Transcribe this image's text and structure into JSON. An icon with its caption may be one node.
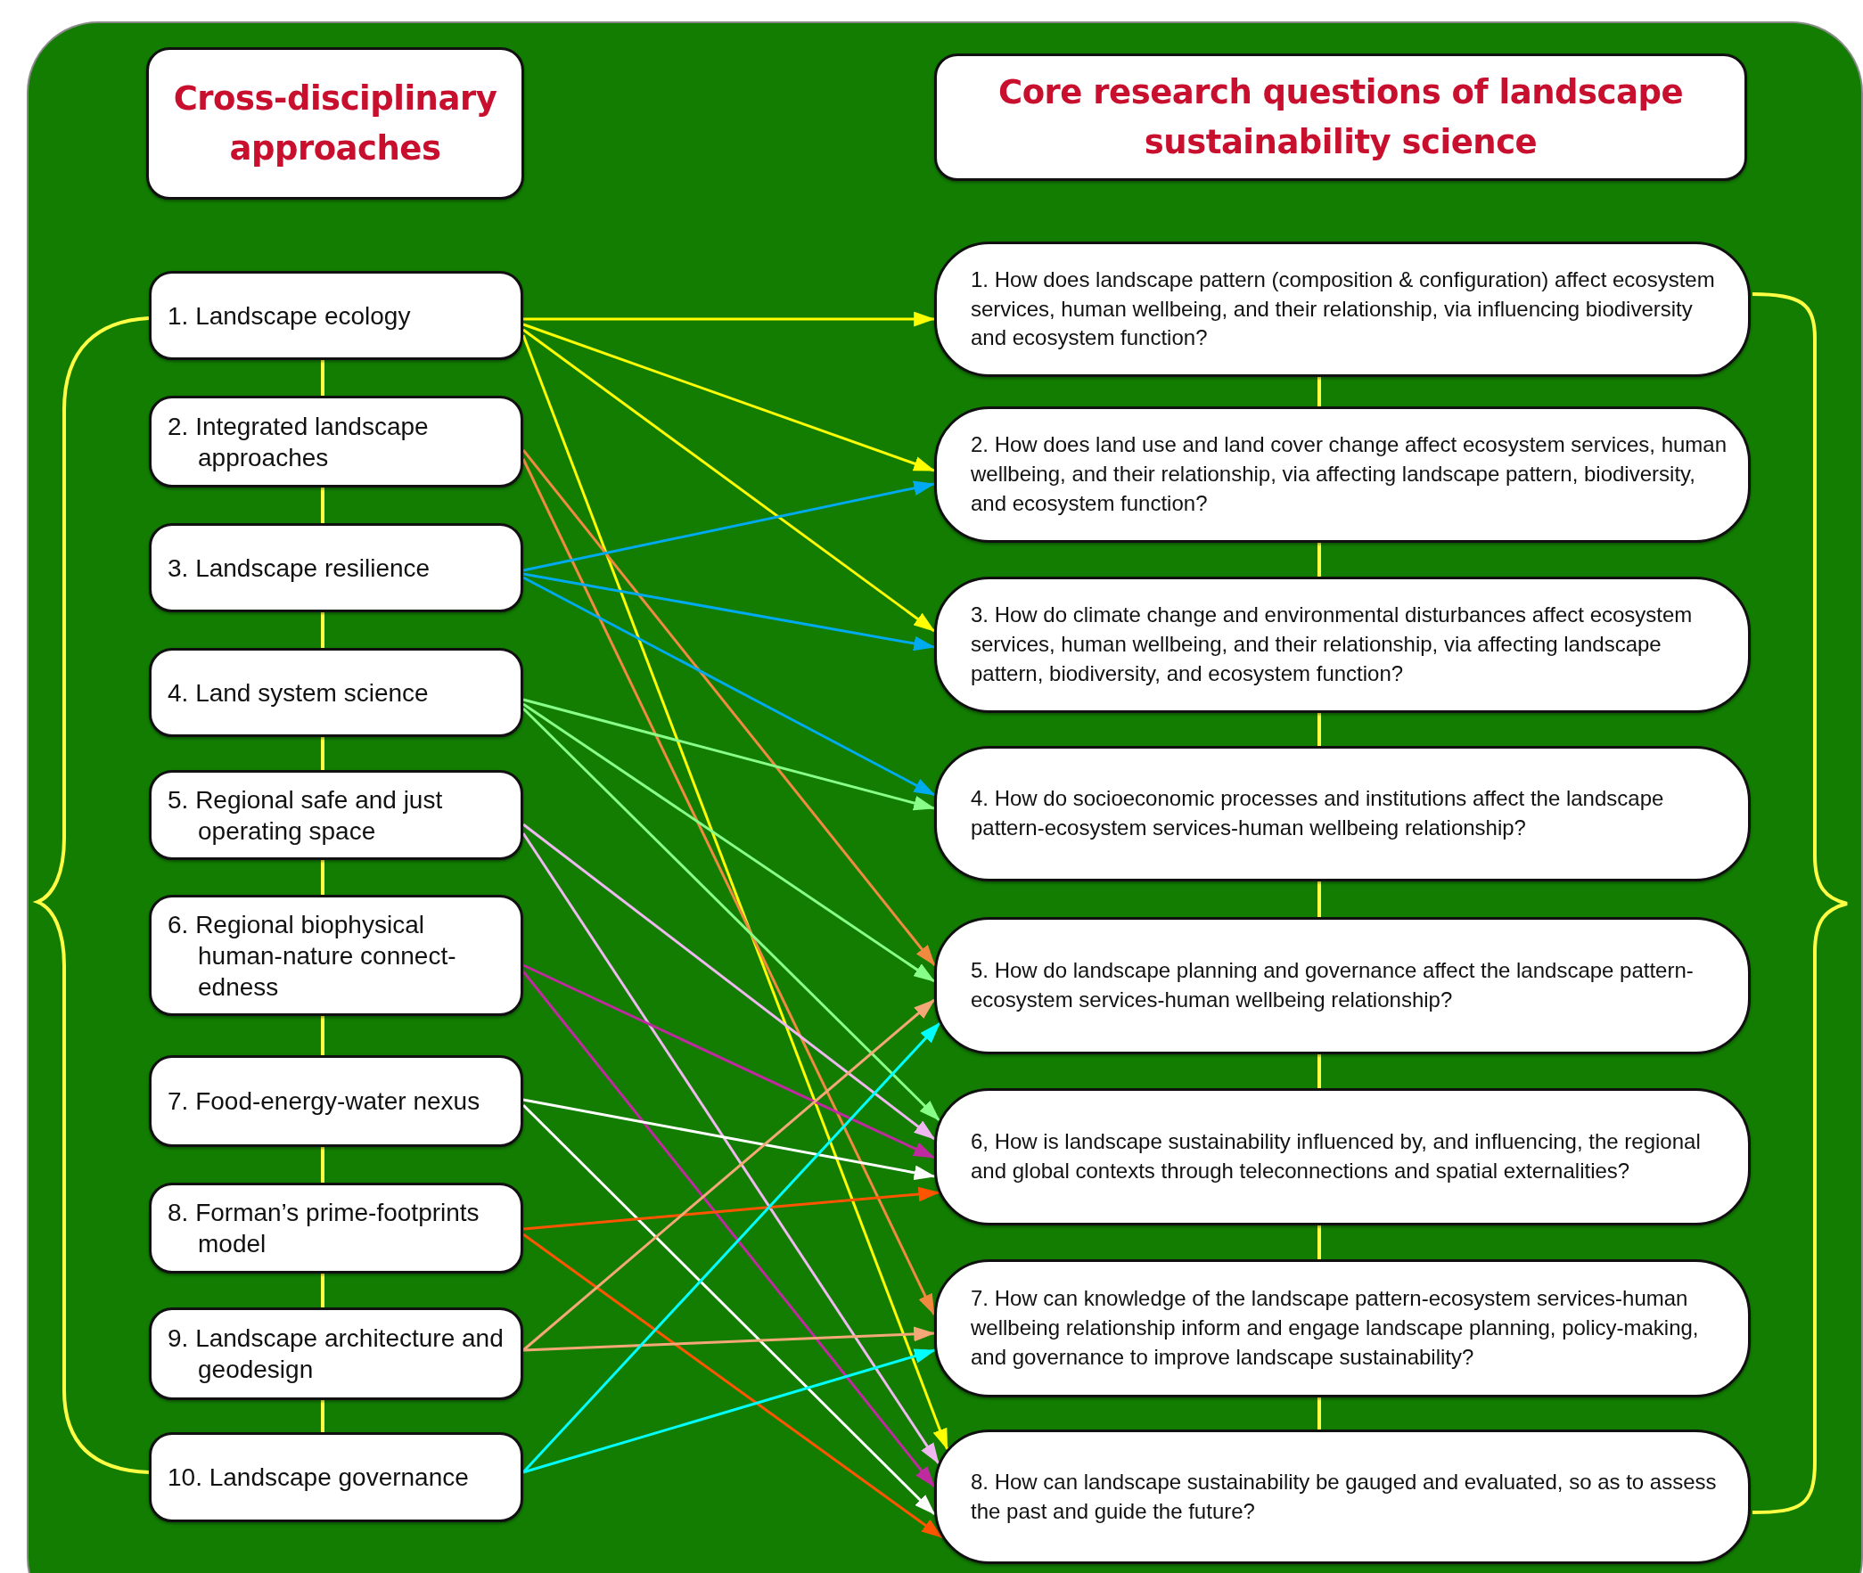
{
  "diagram": {
    "nodes": [
      {
        "text": [
          "Cross-disciplinary approaches"
        ]
      },
      {
        "text": [
          "Core research questions of landscape sustainability science"
        ]
      },
      {
        "text": [
          "1. Landscape ecology"
        ]
      },
      {
        "text": [
          "2. Integrated landscape approaches"
        ]
      },
      {
        "text": [
          "3. Landscape resilience"
        ]
      },
      {
        "text": [
          "4. Land system science"
        ]
      },
      {
        "text": [
          "5. Regional safe and just operating space"
        ]
      },
      {
        "text": [
          "6. Regional biophysical human-nature connect-edness"
        ]
      },
      {
        "text": [
          "7. Food-energy-water nexus"
        ]
      },
      {
        "text": [
          "8. Forman’s prime-footprints model"
        ]
      },
      {
        "text": [
          "9. Landscape architecture and geodesign"
        ]
      },
      {
        "text": [
          "10. Landscape governance"
        ]
      },
      {
        "text": [
          "1. How does landscape pattern (composition & configuration) affect ecosystem services, human wellbeing, and their relationship, via influencing biodiversity and ecosystem function?"
        ]
      },
      {
        "text": [
          "2. How does land use and land cover change affect ecosystem services, human wellbeing, and their relationship, via affecting landscape pattern, biodiversity, and ecosystem function?"
        ]
      },
      {
        "text": [
          "3. How do climate change and environmental disturbances affect ecosystem services, human wellbeing, and their relationship, via affecting landscape pattern, biodiversity, and ecosystem function?"
        ]
      },
      {
        "text": [
          "4. How do socioeconomic processes and institutions affect the landscape pattern-ecosystem services-human wellbeing relationship?"
        ]
      },
      {
        "text": [
          "5. How do landscape planning and governance affect the landscape pattern-ecosystem services-human wellbeing relationship?"
        ]
      },
      {
        "text": [
          "6, How is landscape sustainability influenced by, and influencing, the regional and global contexts through teleconnections and spatial externalities?"
        ]
      },
      {
        "text": [
          "7. How can knowledge of the landscape pattern-ecosystem services-human wellbeing relationship inform and engage landscape planning, policy-making, and governance to improve landscape sustainability?"
        ]
      },
      {
        "text": [
          "8. How can landscape sustainability be gauged and evaluated, so as to assess the past and guide the future?"
        ]
      }
    ],
    "edges": [
      {
        "from": 2,
        "to": 12,
        "arrow": "to",
        "color": "#ffff00"
      },
      {
        "from": 2,
        "to": 13,
        "arrow": "to",
        "color": "#ffff00"
      },
      {
        "from": 2,
        "to": 14,
        "arrow": "to",
        "color": "#ffff00"
      },
      {
        "from": 2,
        "to": 19,
        "arrow": "to",
        "color": "#ffff00"
      },
      {
        "from": 3,
        "to": 16,
        "arrow": "to",
        "color": "#f08a40"
      },
      {
        "from": 3,
        "to": 18,
        "arrow": "to",
        "color": "#f08a40"
      },
      {
        "from": 4,
        "to": 13,
        "arrow": "to",
        "color": "#00aaee"
      },
      {
        "from": 4,
        "to": 14,
        "arrow": "to",
        "color": "#00aaee"
      },
      {
        "from": 4,
        "to": 15,
        "arrow": "to",
        "color": "#00aaee"
      },
      {
        "from": 5,
        "to": 15,
        "arrow": "to",
        "color": "#88ff88"
      },
      {
        "from": 5,
        "to": 16,
        "arrow": "to",
        "color": "#88ff88"
      },
      {
        "from": 5,
        "to": 17,
        "arrow": "to",
        "color": "#88ff88"
      },
      {
        "from": 6,
        "to": 17,
        "arrow": "to",
        "color": "#f0b8f0"
      },
      {
        "from": 6,
        "to": 19,
        "arrow": "to",
        "color": "#f0b8f0"
      },
      {
        "from": 7,
        "to": 17,
        "arrow": "to",
        "color": "#c02aa0"
      },
      {
        "from": 7,
        "to": 19,
        "arrow": "to",
        "color": "#c02aa0"
      },
      {
        "from": 8,
        "to": 17,
        "arrow": "to",
        "color": "#ffffff"
      },
      {
        "from": 8,
        "to": 19,
        "arrow": "to",
        "color": "#ffffff"
      },
      {
        "from": 9,
        "to": 17,
        "arrow": "to",
        "color": "#ff5500"
      },
      {
        "from": 9,
        "to": 19,
        "arrow": "to",
        "color": "#ff5500"
      },
      {
        "from": 10,
        "to": 16,
        "arrow": "to",
        "color": "#f4a878"
      },
      {
        "from": 10,
        "to": 18,
        "arrow": "to",
        "color": "#f4a878"
      },
      {
        "from": 11,
        "to": 16,
        "arrow": "to",
        "color": "#00ffff"
      },
      {
        "from": 11,
        "to": 18,
        "arrow": "to",
        "color": "#00ffff"
      },
      {
        "from": 2,
        "to": 3,
        "arrow": "none",
        "color": "#ffff44"
      },
      {
        "from": 3,
        "to": 4,
        "arrow": "none",
        "color": "#ffff44"
      },
      {
        "from": 4,
        "to": 5,
        "arrow": "none",
        "color": "#ffff44"
      },
      {
        "from": 5,
        "to": 6,
        "arrow": "none",
        "color": "#ffff44"
      },
      {
        "from": 6,
        "to": 7,
        "arrow": "none",
        "color": "#ffff44"
      },
      {
        "from": 7,
        "to": 8,
        "arrow": "none",
        "color": "#ffff44"
      },
      {
        "from": 8,
        "to": 9,
        "arrow": "none",
        "color": "#ffff44"
      },
      {
        "from": 9,
        "to": 10,
        "arrow": "none",
        "color": "#ffff44"
      },
      {
        "from": 10,
        "to": 11,
        "arrow": "none",
        "color": "#ffff44"
      },
      {
        "from": 12,
        "to": 13,
        "arrow": "none",
        "color": "#ffff44"
      },
      {
        "from": 13,
        "to": 14,
        "arrow": "none",
        "color": "#ffff44"
      },
      {
        "from": 14,
        "to": 15,
        "arrow": "none",
        "color": "#ffff44"
      },
      {
        "from": 15,
        "to": 16,
        "arrow": "none",
        "color": "#ffff44"
      },
      {
        "from": 16,
        "to": 17,
        "arrow": "none",
        "color": "#ffff44"
      },
      {
        "from": 17,
        "to": 18,
        "arrow": "none",
        "color": "#ffff44"
      },
      {
        "from": 18,
        "to": 19,
        "arrow": "none",
        "color": "#ffff44"
      }
    ]
  }
}
